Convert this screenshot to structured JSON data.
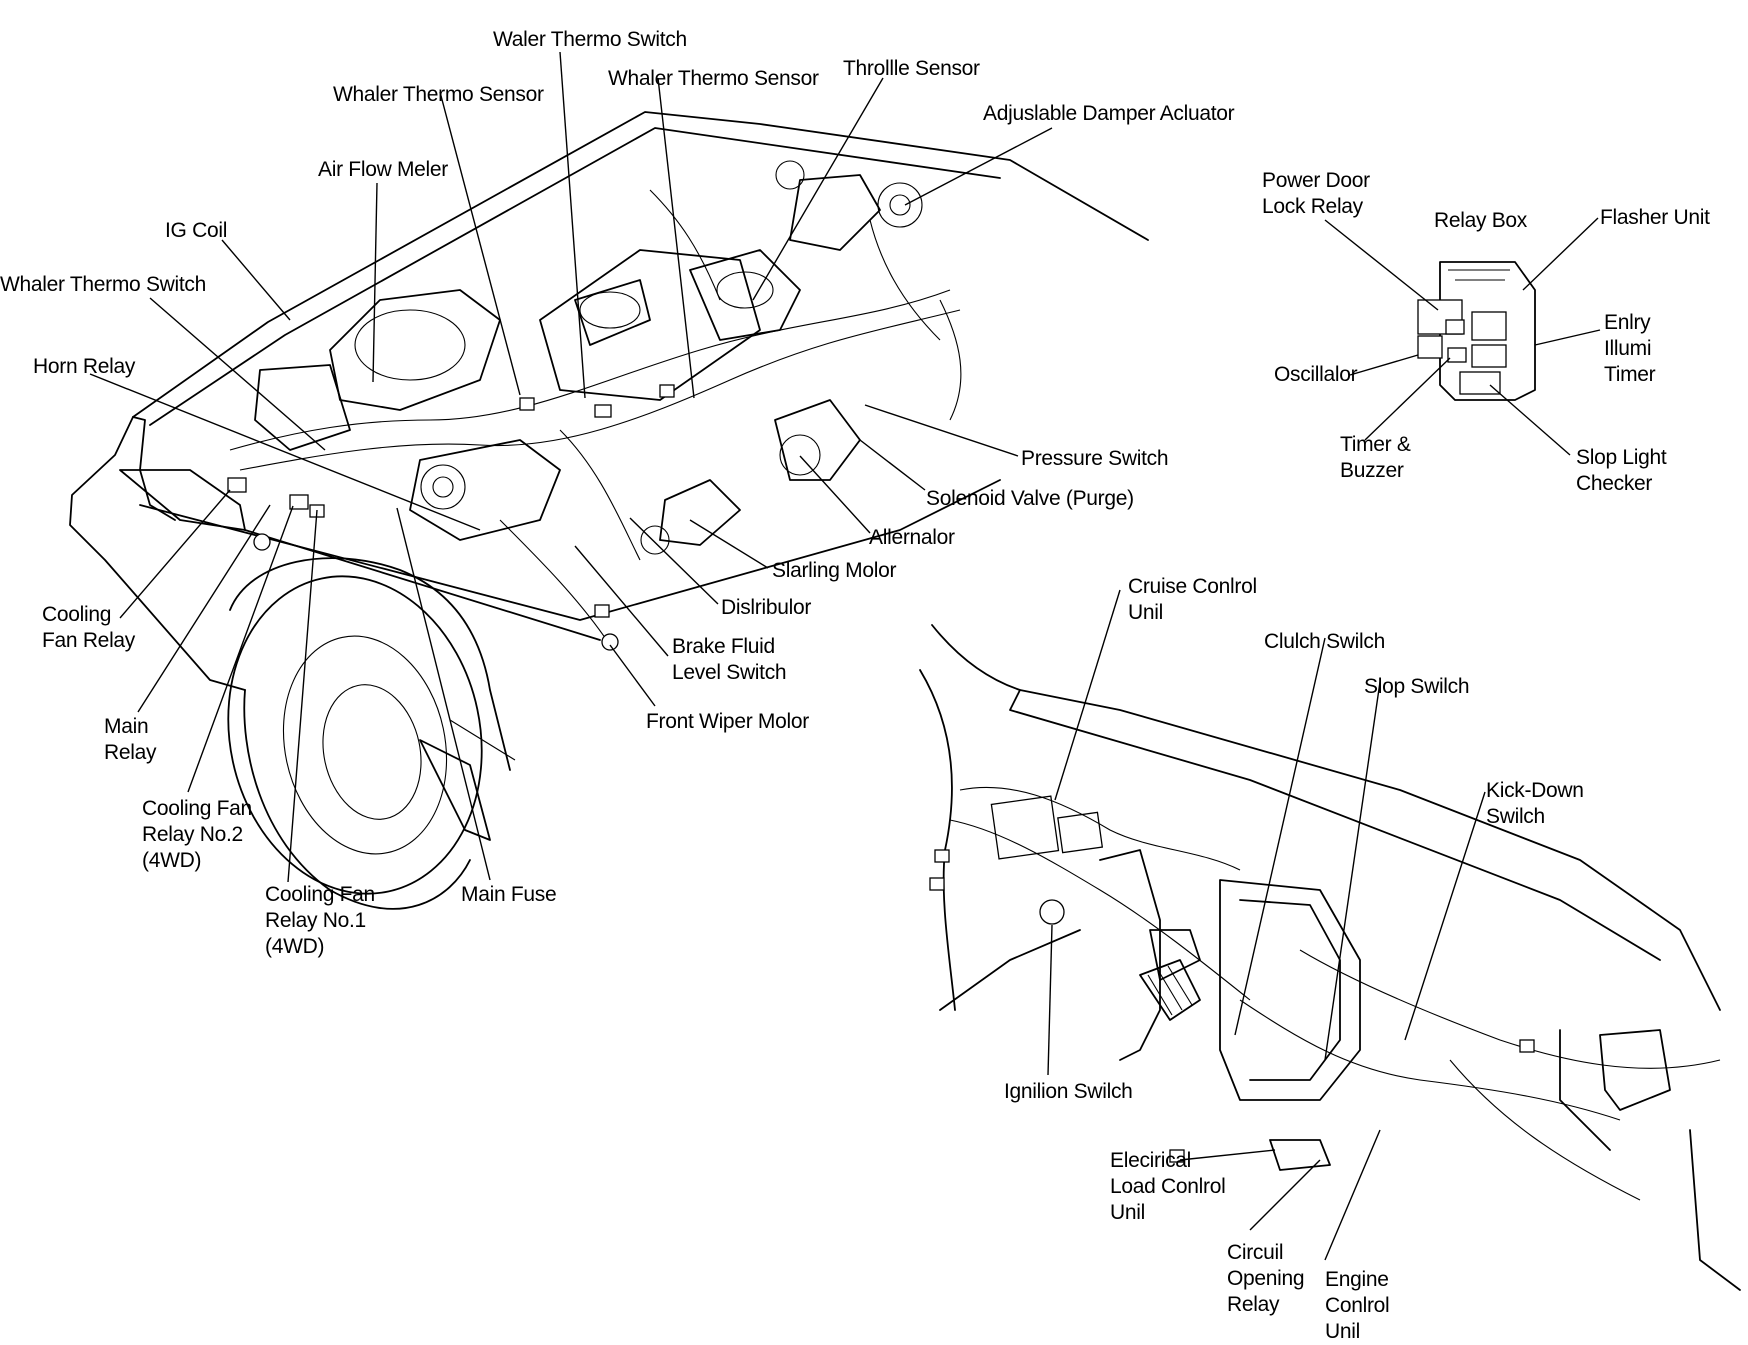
{
  "labels": {
    "water_thermo_switch": "Waler Thermo Switch",
    "whaler_thermo_sensor_1": "Whaler Thermo Sensor",
    "whaler_thermo_sensor_2": "Whaler Thermo Sensor",
    "throttle_sensor": "Throllle Sensor",
    "adjustable_damper_actuator": "Adjuslable Damper Acluator",
    "air_flow_meter": "Air Flow Meler",
    "ig_coil": "IG Coil",
    "whaler_thermo_switch": "Whaler Thermo Switch",
    "horn_relay": "Horn Relay",
    "cooling_fan_relay": "Cooling\nFan Relay",
    "main_relay": "Main\nRelay",
    "cooling_fan_relay_no2": "Cooling Fan\nRelay No.2\n(4WD)",
    "cooling_fan_relay_no1": "Cooling Fan\nRelay No.1\n(4WD)",
    "main_fuse": "Main Fuse",
    "front_wiper_motor": "Front Wiper Molor",
    "brake_fluid_level_switch": "Brake Fluid\nLevel Switch",
    "distributor": "Dislribulor",
    "starting_motor": "Slarling Molor",
    "alternator": "Allernalor",
    "solenoid_valve": "Solenoid Valve (Purge)",
    "pressure_switch": "Pressure Switch",
    "power_door_lock_relay": "Power Door\nLock Relay",
    "relay_box": "Relay Box",
    "flasher_unit": "Flasher Unit",
    "entry_illumi_timer": "Enlry\nIllumi\nTimer",
    "oscillator": "Oscillalor",
    "timer_buzzer": "Timer &\nBuzzer",
    "stop_light_checker": "Slop Light\nChecker",
    "cruise_control_unit": "Cruise Conlrol\nUnil",
    "clutch_switch": "Clulch Swilch",
    "stop_switch": "Slop Swilch",
    "kick_down_switch": "Kick-Down\nSwilch",
    "ignition_switch": "Ignilion Swilch",
    "electrical_load_control_unit": "Elecirical\nLoad Conlrol\nUnil",
    "circuit_opening_relay": "Circuil\nOpening\nRelay",
    "engine_control_unit": "Engine\nConlrol\nUnil"
  }
}
